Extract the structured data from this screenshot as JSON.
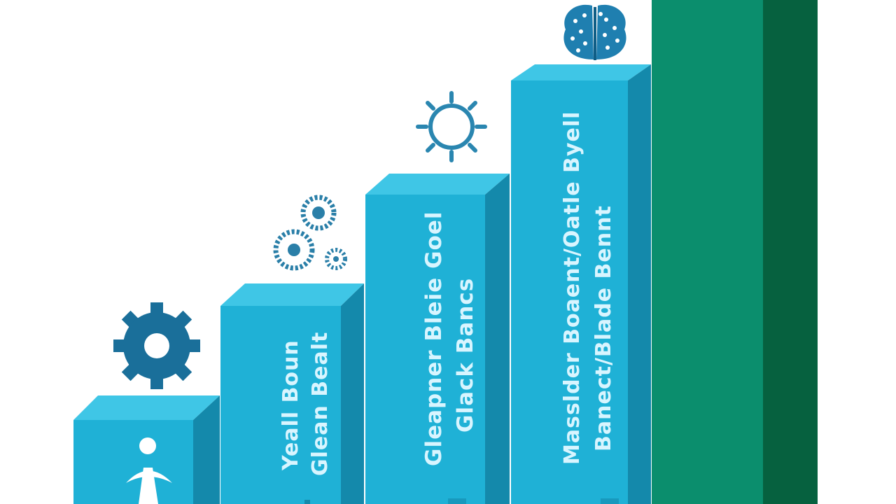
{
  "steps": [
    {
      "lines": []
    },
    {
      "lines": [
        "Yeall Boun",
        "Glean Bealt"
      ]
    },
    {
      "lines": [
        "Gleapner Bleie Goel",
        "Glack Bancs"
      ]
    },
    {
      "lines": [
        "Masslder Boaent/Oatle Byell",
        "Banect/Blade Bennt"
      ]
    },
    {
      "lines": []
    }
  ],
  "icons": [
    "person-icon",
    "gear-icon",
    "gears-cluster-icon",
    "sun-gear-icon",
    "brain-icon"
  ],
  "colors": {
    "step_front": "#1fb1d6",
    "step_side": "#1489ab",
    "step_top": "#3fc6e6",
    "final_front": "#0b8e6d",
    "final_side": "#06613f",
    "icon": "#1a6f9a"
  }
}
